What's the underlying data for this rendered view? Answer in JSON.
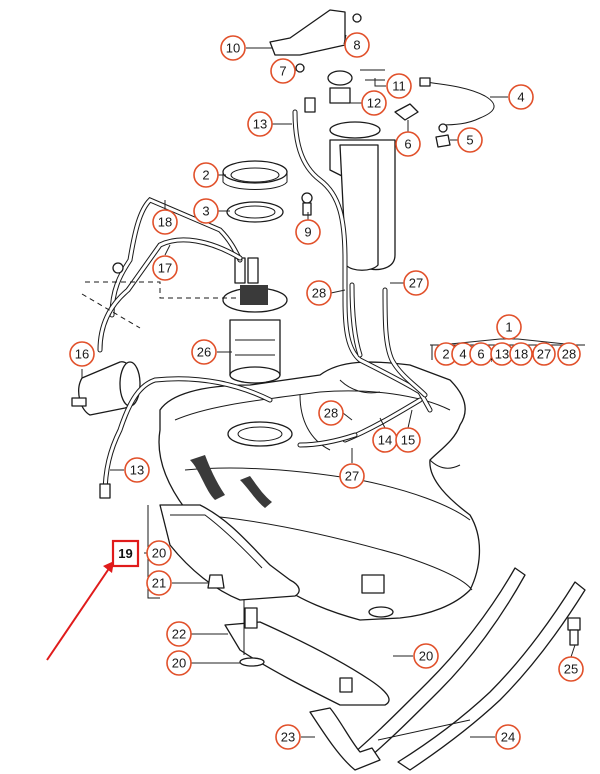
{
  "callouts": [
    {
      "label": "10"
    },
    {
      "label": "8"
    },
    {
      "label": "7"
    },
    {
      "label": "11"
    },
    {
      "label": "4"
    },
    {
      "label": "12"
    },
    {
      "label": "13"
    },
    {
      "label": "5"
    },
    {
      "label": "6"
    },
    {
      "label": "2"
    },
    {
      "label": "3"
    },
    {
      "label": "9"
    },
    {
      "label": "18"
    },
    {
      "label": "17"
    },
    {
      "label": "28"
    },
    {
      "label": "27"
    },
    {
      "label": "1"
    },
    {
      "label": "16"
    },
    {
      "label": "26"
    },
    {
      "label": "28"
    },
    {
      "label": "14"
    },
    {
      "label": "15"
    },
    {
      "label": "13"
    },
    {
      "label": "27"
    },
    {
      "label": "20"
    },
    {
      "label": "21"
    },
    {
      "label": "22"
    },
    {
      "label": "20"
    },
    {
      "label": "20"
    },
    {
      "label": "25"
    },
    {
      "label": "23"
    },
    {
      "label": "24"
    }
  ],
  "group_1_items": [
    {
      "label": "2"
    },
    {
      "label": "4"
    },
    {
      "label": "6"
    },
    {
      "label": "13"
    },
    {
      "label": "18"
    },
    {
      "label": "27"
    },
    {
      "label": "28"
    }
  ],
  "group_1_separator": ",",
  "highlight": {
    "label": "19",
    "color": "#e01b1b"
  },
  "colors": {
    "callout_ring": "#e1502a",
    "highlight": "#e01b1b",
    "line": "#1a1a1a"
  }
}
